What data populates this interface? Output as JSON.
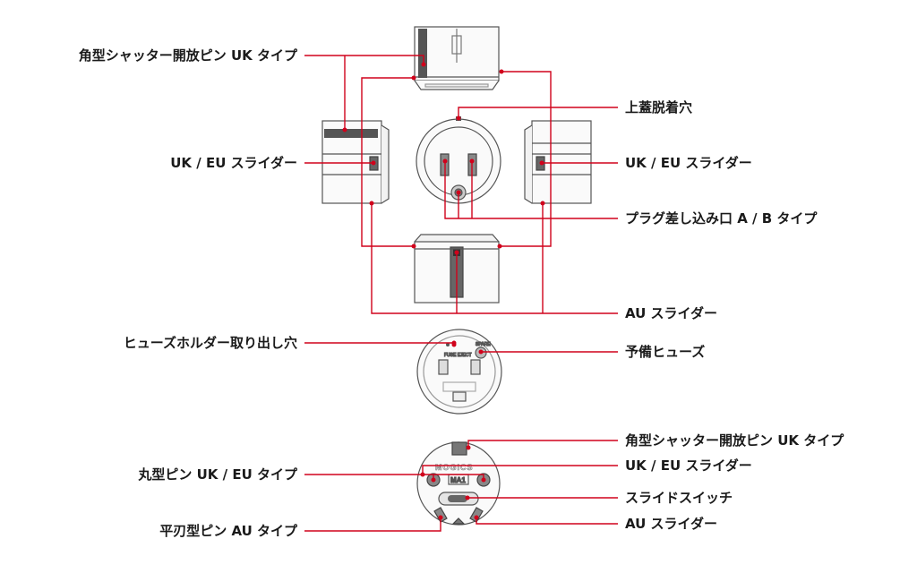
{
  "labels": {
    "shutter_uk_top": "角型シャッター開放ピン UK タイプ",
    "uk_eu_slider_left": "UK / EU スライダー",
    "uk_eu_slider_right": "UK / EU スライダー",
    "top_release_hole": "上蓋脱着穴",
    "plug_socket": "プラグ差し込み口 A / B タイプ",
    "au_slider_mid": "AU スライダー",
    "fuse_holder_hole": "ヒューズホルダー取り出し穴",
    "spare_fuse": "予備ヒューズ",
    "shutter_uk_bottom": "角型シャッター開放ピン UK タイプ",
    "uk_eu_slider_bottom": "UK / EU スライダー",
    "round_pin": "丸型ピン UK / EU タイプ",
    "slide_switch": "スライドスイッチ",
    "flat_pin_au": "平刃型ピン AU タイプ",
    "au_slider_bottom": "AU スライダー"
  },
  "device_text": {
    "fuse_eject": "FUSE EJECT",
    "spare": "SPARE",
    "brand": "MOGICS",
    "model": "MA1"
  },
  "colors": {
    "leader": "#d0021b",
    "outline": "#555555",
    "dark": "#444444",
    "text": "#1a1a1a"
  }
}
